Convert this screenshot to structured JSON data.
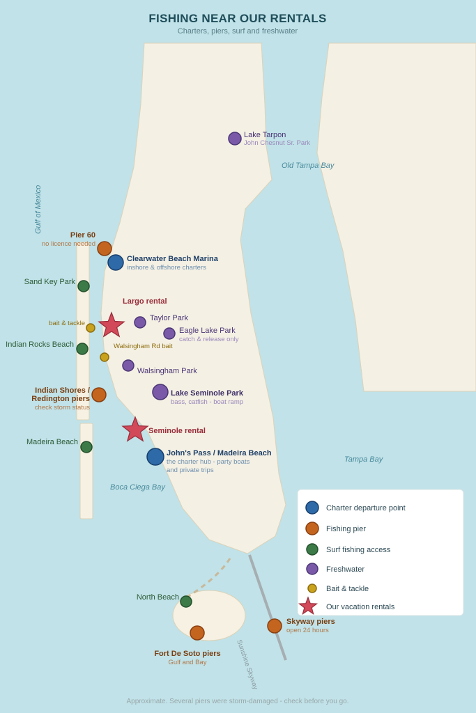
{
  "title": "FISHING NEAR OUR RENTALS",
  "subtitle": "Charters, piers, surf and freshwater",
  "footnote": "Approximate. Several piers were storm-damaged - check before you go.",
  "colors": {
    "water": "#c0e2e8",
    "land": "#f4f0e4",
    "charter": "#2e6aa8",
    "pier": "#c4651f",
    "surf": "#3c7a48",
    "freshwater": "#7a5aa8",
    "bait": "#c9a21e",
    "rental": "#d24a5a"
  },
  "water_labels": {
    "gulf": "Gulf of Mexico",
    "old_tampa": "Old Tampa Bay",
    "tampa": "Tampa Bay",
    "boca": "Boca Ciega Bay"
  },
  "road_label": "Sunshine Skyway",
  "places": {
    "lake_tarpon": {
      "name": "Lake Tarpon",
      "note": "John Chesnut Sr. Park",
      "type": "freshwater"
    },
    "pier60": {
      "name": "Pier 60",
      "note": "no licence needed",
      "type": "pier"
    },
    "clearwater": {
      "name": "Clearwater Beach Marina",
      "note": "inshore & offshore charters",
      "type": "charter"
    },
    "sand_key": {
      "name": "Sand Key Park",
      "type": "surf"
    },
    "largo": {
      "name": "Largo rental",
      "type": "rental"
    },
    "taylor": {
      "name": "Taylor Park",
      "type": "freshwater"
    },
    "eagle": {
      "name": "Eagle Lake Park",
      "note": "catch & release only",
      "type": "freshwater"
    },
    "bait1": {
      "name": "bait & tackle",
      "type": "bait"
    },
    "indian_rocks": {
      "name": "Indian Rocks Beach",
      "type": "surf"
    },
    "walsingham_bait": {
      "name": "Walsingham Rd bait",
      "type": "bait"
    },
    "walsingham_park": {
      "name": "Walsingham Park",
      "type": "freshwater"
    },
    "indian_shores": {
      "name_line1": "Indian Shores /",
      "name_line2": "Redington piers",
      "note": "check storm status",
      "type": "pier"
    },
    "lake_seminole": {
      "name": "Lake Seminole Park",
      "note": "bass, catfish - boat ramp",
      "type": "freshwater"
    },
    "seminole": {
      "name": "Seminole rental",
      "type": "rental"
    },
    "madeira": {
      "name": "Madeira Beach",
      "type": "surf"
    },
    "johns_pass": {
      "name": "John's Pass / Madeira Beach",
      "note1": "the charter hub - party boats",
      "note2": "and private trips",
      "type": "charter"
    },
    "north_beach": {
      "name": "North Beach",
      "type": "surf"
    },
    "fort_desoto": {
      "name": "Fort De Soto piers",
      "note": "Gulf and Bay",
      "type": "pier"
    },
    "skyway": {
      "name": "Skyway piers",
      "note": "open 24 hours",
      "type": "pier"
    }
  },
  "legend": [
    {
      "key": "charter",
      "label": "Charter departure point"
    },
    {
      "key": "pier",
      "label": "Fishing pier"
    },
    {
      "key": "surf",
      "label": "Surf fishing access"
    },
    {
      "key": "freshwater",
      "label": "Freshwater"
    },
    {
      "key": "bait",
      "label": "Bait & tackle"
    },
    {
      "key": "rental",
      "label": "Our vacation rentals"
    }
  ]
}
